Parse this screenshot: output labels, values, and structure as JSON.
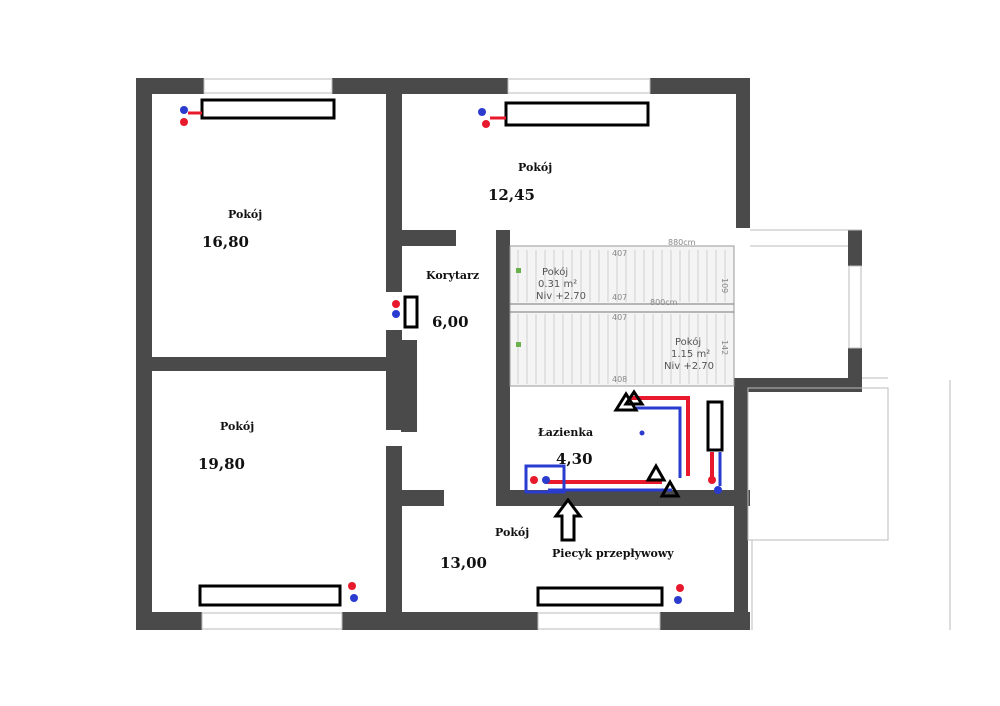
{
  "rooms": [
    {
      "id": "room-nw",
      "name": "Pokój",
      "area": "16,80"
    },
    {
      "id": "room-ne",
      "name": "Pokój",
      "area": "12,45"
    },
    {
      "id": "corridor",
      "name": "Korytarz",
      "area": "6,00"
    },
    {
      "id": "room-sw",
      "name": "Pokój",
      "area": "19,80"
    },
    {
      "id": "bathroom",
      "name": "Łazienka",
      "area": "4,30"
    },
    {
      "id": "room-s",
      "name": "Pokój",
      "area": "13,00"
    }
  ],
  "staircase": {
    "upper": {
      "name": "Pokój",
      "area": "0.31 m²",
      "level": "Niv +2.70"
    },
    "lower": {
      "name": "Pokój",
      "area": "1.15 m²",
      "level": "Niv +2.70"
    },
    "dimensions": [
      "407",
      "407",
      "407",
      "408",
      "109",
      "142",
      "880cm",
      "800cm"
    ]
  },
  "boiler_label": "Piecyk przepływowy",
  "colors": {
    "wall": "#4a4a4a",
    "hot_pipe": "#e8192c",
    "cold_pipe": "#2a3bd0",
    "radiator_outline": "#000000"
  }
}
